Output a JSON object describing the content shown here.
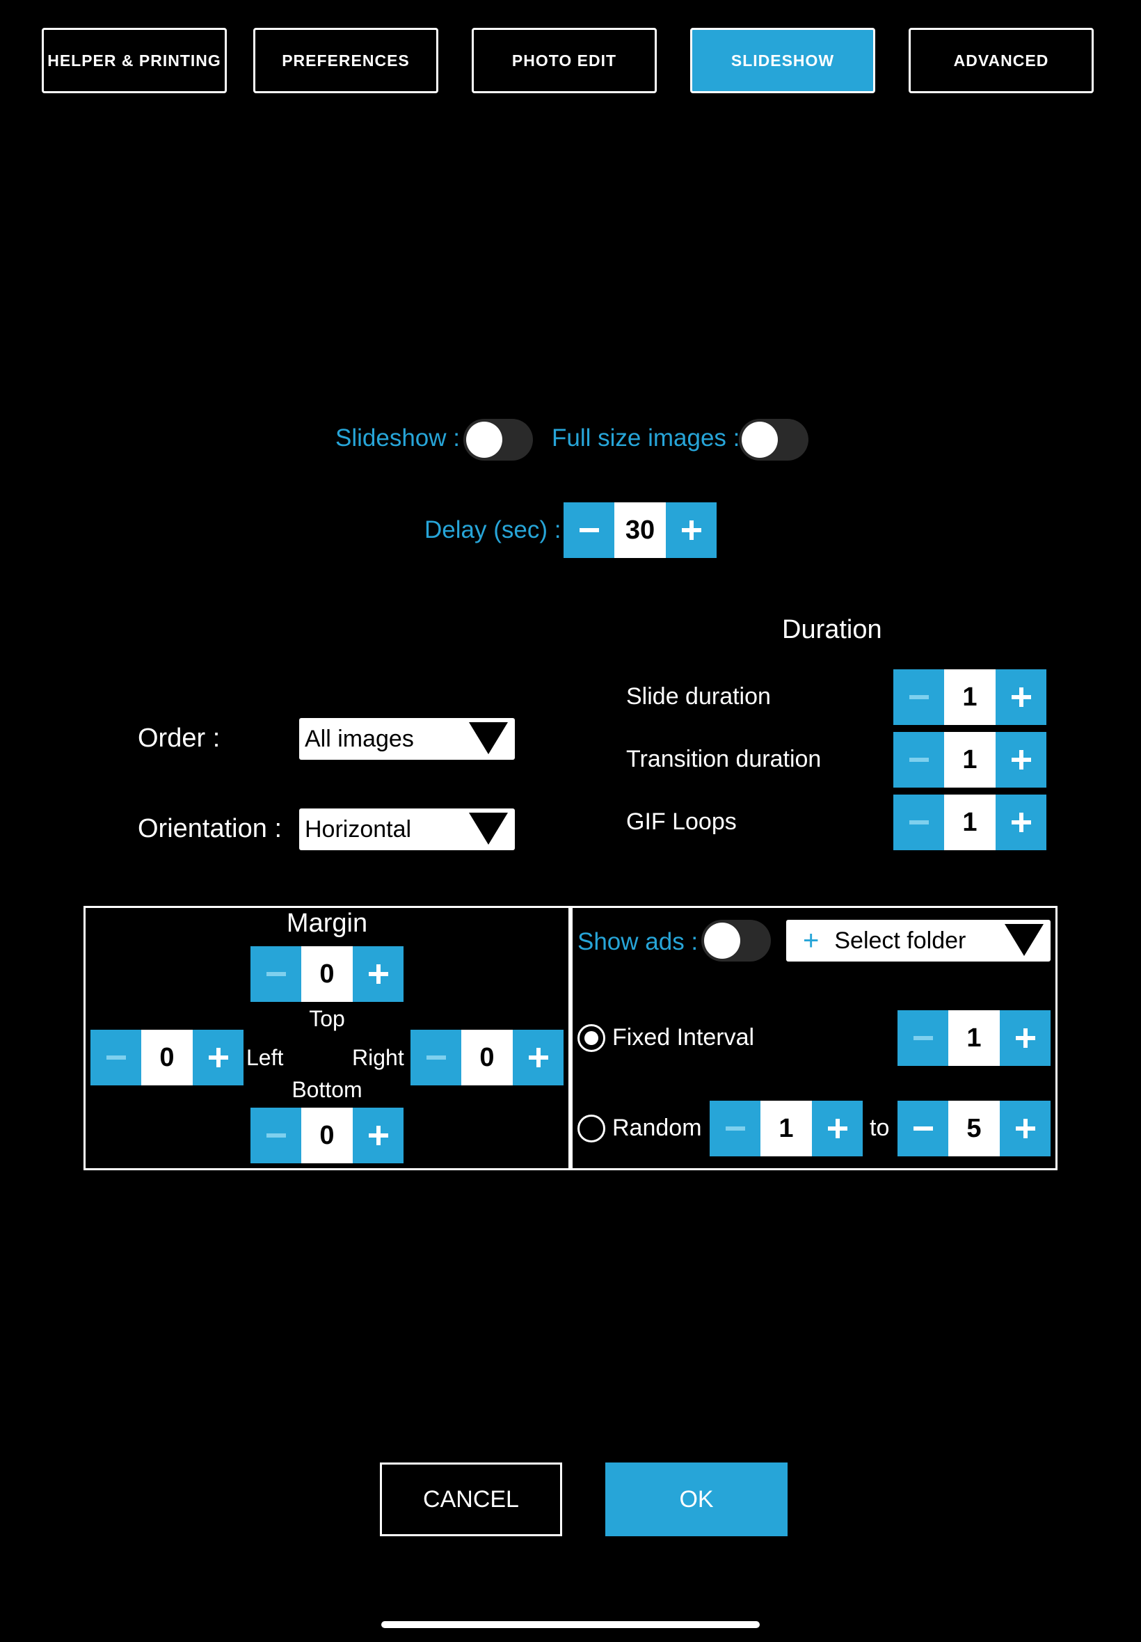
{
  "tabs": {
    "helper": "HELPER & PRINTING",
    "preferences": "PREFERENCES",
    "photo_edit": "PHOTO EDIT",
    "slideshow": "SLIDESHOW",
    "advanced": "ADVANCED",
    "active": "SLIDESHOW"
  },
  "slideshow": {
    "label": "Slideshow :",
    "enabled": false,
    "full_size_label": "Full size images :",
    "full_size_enabled": false,
    "delay_label": "Delay (sec) :",
    "delay_value": "30"
  },
  "duration": {
    "title": "Duration",
    "slide_label": "Slide duration",
    "slide_value": "1",
    "transition_label": "Transition duration",
    "transition_value": "1",
    "gif_label": "GIF Loops",
    "gif_value": "1"
  },
  "order": {
    "label": "Order :",
    "value": "All images"
  },
  "orientation": {
    "label": "Orientation :",
    "value": "Horizontal"
  },
  "margin": {
    "title": "Margin",
    "top_value": "0",
    "top_label": "Top",
    "left_value": "0",
    "left_label": "Left",
    "right_label": "Right",
    "right_value": "0",
    "bottom_label": "Bottom",
    "bottom_value": "0"
  },
  "ads": {
    "label": "Show ads :",
    "enabled": false,
    "folder_label": "Select folder",
    "fixed_label": "Fixed Interval",
    "fixed_selected": true,
    "fixed_value": "1",
    "random_label": "Random",
    "random_from": "1",
    "to_label": "to",
    "random_to": "5"
  },
  "actions": {
    "cancel": "CANCEL",
    "ok": "OK"
  },
  "colors": {
    "accent": "#27a5d8",
    "background": "#000000"
  }
}
